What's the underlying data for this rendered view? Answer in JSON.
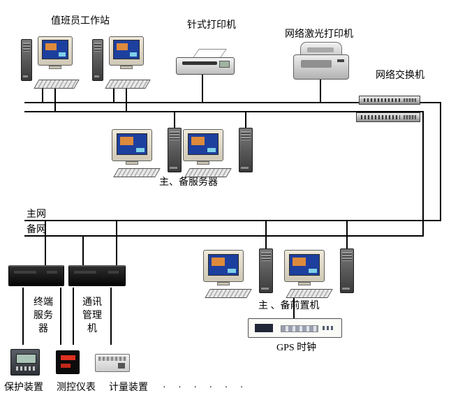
{
  "diagram": {
    "colors": {
      "line": "#000000",
      "background": "#ffffff"
    },
    "labels": {
      "operator_workstation": "值班员工作站",
      "dot_matrix_printer": "针式打印机",
      "network_laser_printer": "网络激光打印机",
      "network_switch": "网络交换机",
      "main_backup_servers": "主、备服务器",
      "main_network": "主网",
      "backup_network": "备网",
      "terminal_server": "终端\n服务\n器",
      "comm_manager": "通讯\n管理\n机",
      "front_end_machines": "主 、备前置机",
      "gps_clock": "GPS 时钟",
      "protection_device": "保护装置",
      "measuring_instrument": "测控仪表",
      "metering_device": "计量装置",
      "ellipsis": "· · · · · ·"
    }
  }
}
